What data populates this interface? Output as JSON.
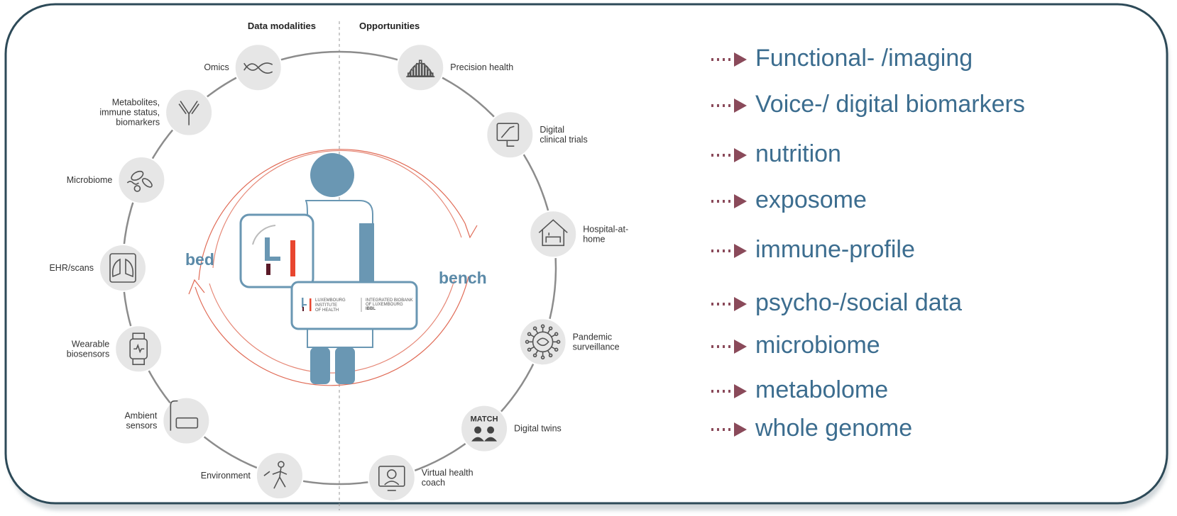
{
  "headers": {
    "left": "Data modalities",
    "right": "Opportunities"
  },
  "center": {
    "bed": "bed",
    "bench": "bench"
  },
  "logo": {
    "institute_lines": [
      "LUXEMBOURG",
      "INSTITUTE",
      "OF HEALTH"
    ],
    "biobank_lines": [
      "INTEGRATED BIOBANK",
      "OF LUXEMBOURG",
      "IBBL"
    ]
  },
  "data_modalities": [
    {
      "lines": [
        "Omics"
      ],
      "icon": "dna-icon"
    },
    {
      "lines": [
        "Metabolites,",
        "immune status,",
        "biomarkers"
      ],
      "icon": "antibody-icon"
    },
    {
      "lines": [
        "Microbiome"
      ],
      "icon": "bacteria-icon"
    },
    {
      "lines": [
        "EHR/scans"
      ],
      "icon": "lungs-icon"
    },
    {
      "lines": [
        "Wearable",
        "biosensors"
      ],
      "icon": "smartwatch-icon"
    },
    {
      "lines": [
        "Ambient",
        "sensors"
      ],
      "icon": "bedroom-icon"
    },
    {
      "lines": [
        "Environment"
      ],
      "icon": "runner-icon"
    }
  ],
  "opportunities": [
    {
      "lines": [
        "Precision health"
      ],
      "icon": "histogram-icon"
    },
    {
      "lines": [
        "Digital",
        "clinical trials"
      ],
      "icon": "monitor-icon"
    },
    {
      "lines": [
        "Hospital-at-",
        "home"
      ],
      "icon": "house-icon"
    },
    {
      "lines": [
        "Pandemic",
        "surveillance"
      ],
      "icon": "virus-icon"
    },
    {
      "lines": [
        "Digital twins"
      ],
      "icon": "match-people-icon",
      "badge": "MATCH"
    },
    {
      "lines": [
        "Virtual health",
        "coach"
      ],
      "icon": "video-coach-icon"
    }
  ],
  "right_list": [
    "Functional- /imaging",
    "Voice-/ digital biomarkers",
    "nutrition",
    "exposome",
    "immune-profile",
    "psycho-/social data",
    "microbiome",
    "metabolome",
    "whole genome"
  ],
  "colors": {
    "frame": "#2d4a58",
    "accent_blue": "#6a97b3",
    "label_blue": "#5b8aa8",
    "list_text": "#3c6d8f",
    "arrow": "#8a4a5a",
    "cycle_red": "#e06a55",
    "logo_red": "#e8462f",
    "logo_dark": "#5a1a28"
  }
}
